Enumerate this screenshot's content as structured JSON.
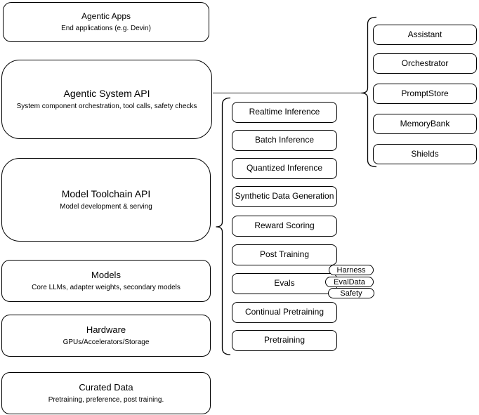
{
  "diagram": {
    "background": "#ffffff",
    "box_border_color": "#000000",
    "text_color": "#000000",
    "connector_line_color": "#808080",
    "bracket_color": "#000000"
  },
  "left_stack": [
    {
      "title": "Agentic Apps",
      "subtitle": "End applications (e.g. Devin)"
    },
    {
      "title": "Agentic System API",
      "subtitle": "System component orchestration, tool calls, safety checks"
    },
    {
      "title": "Model Toolchain API",
      "subtitle": "Model development & serving"
    },
    {
      "title": "Models",
      "subtitle": "Core LLMs, adapter weights, secondary models"
    },
    {
      "title": "Hardware",
      "subtitle": "GPUs/Accelerators/Storage"
    },
    {
      "title": "Curated Data",
      "subtitle": "Pretraining, preference, post training."
    }
  ],
  "toolchain_components": [
    "Realtime Inference",
    "Batch Inference",
    "Quantized Inference",
    "Synthetic Data Generation",
    "Reward Scoring",
    "Post Training",
    "Evals",
    "Continual Pretraining",
    "Pretraining"
  ],
  "evals_tags": [
    "Harness",
    "EvalData",
    "Safety"
  ],
  "system_components": [
    "Assistant",
    "Orchestrator",
    "PromptStore",
    "MemoryBank",
    "Shields"
  ]
}
